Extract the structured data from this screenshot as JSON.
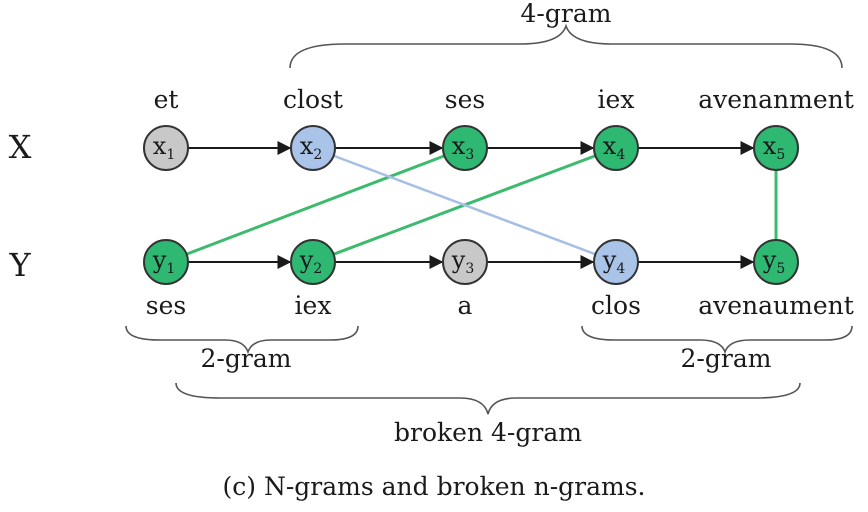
{
  "rows": {
    "x_label": "X",
    "y_label": "Y"
  },
  "x_words": [
    "et",
    "clost",
    "ses",
    "iex",
    "avenanment"
  ],
  "y_words": [
    "ses",
    "iex",
    "a",
    "clos",
    "avenaument"
  ],
  "x_nodes": [
    {
      "var": "x",
      "sub": "1",
      "kind": "gray"
    },
    {
      "var": "x",
      "sub": "2",
      "kind": "blue"
    },
    {
      "var": "x",
      "sub": "3",
      "kind": "green"
    },
    {
      "var": "x",
      "sub": "4",
      "kind": "green"
    },
    {
      "var": "x",
      "sub": "5",
      "kind": "green"
    }
  ],
  "y_nodes": [
    {
      "var": "y",
      "sub": "1",
      "kind": "green"
    },
    {
      "var": "y",
      "sub": "2",
      "kind": "green"
    },
    {
      "var": "y",
      "sub": "3",
      "kind": "gray"
    },
    {
      "var": "y",
      "sub": "4",
      "kind": "blue"
    },
    {
      "var": "y",
      "sub": "5",
      "kind": "green"
    }
  ],
  "alignments": [
    {
      "x": 3,
      "y": 1,
      "kind": "green"
    },
    {
      "x": 4,
      "y": 2,
      "kind": "green"
    },
    {
      "x": 2,
      "y": 4,
      "kind": "blue"
    },
    {
      "x": 5,
      "y": 5,
      "kind": "green"
    }
  ],
  "braces": {
    "top": "4-gram",
    "bottom_left": "2-gram",
    "bottom_right": "2-gram",
    "bottom_wide": "broken 4-gram"
  },
  "caption": "(c) N-grams and broken n-grams.",
  "colors": {
    "green": "#2eb872",
    "blue": "#a9c4e8",
    "gray": "#c8c8c8",
    "green_line": "#3cba6e",
    "blue_line": "#a6bfe6"
  }
}
